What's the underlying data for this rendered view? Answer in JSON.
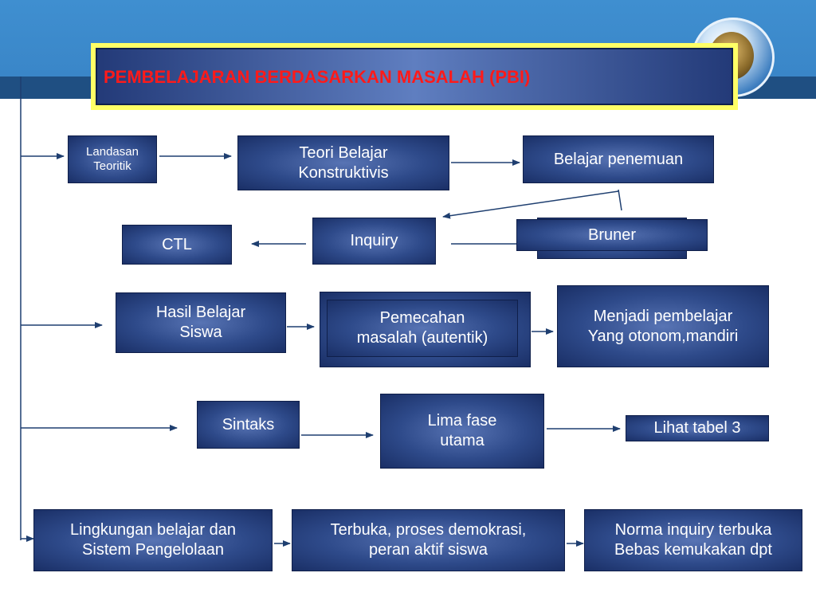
{
  "title": "PEMBELAJARAN BERDASARKAN MASALAH (PBI)",
  "boxes": {
    "landasan": [
      "Landasan",
      "Teoritik"
    ],
    "teori": [
      "Teori Belajar",
      "Konstruktivis"
    ],
    "penemuan": [
      "Belajar penemuan"
    ],
    "ctl": [
      "CTL"
    ],
    "inquiry": [
      "Inquiry"
    ],
    "bruner": [
      "Bruner"
    ],
    "hasil": [
      "Hasil Belajar",
      "Siswa"
    ],
    "pemecahan": [
      "Pemecahan",
      "masalah (autentik)"
    ],
    "mandiri": [
      "Menjadi pembelajar",
      "Yang otonom,mandiri"
    ],
    "sintaks": [
      "Sintaks"
    ],
    "lima": [
      "Lima fase",
      "utama"
    ],
    "tabel": [
      "Lihat tabel 3"
    ],
    "lingkungan": [
      "Lingkungan belajar dan",
      "Sistem Pengelolaan"
    ],
    "terbuka": [
      "Terbuka, proses demokrasi,",
      "peran aktif siswa"
    ],
    "norma": [
      "Norma inquiry terbuka",
      "Bebas kemukakan dpt"
    ]
  },
  "colors": {
    "title_text": "#ff1a1a",
    "title_frame": "#ffff66",
    "box_fill": "#2e4a8a",
    "connector": "#1f3f70",
    "header_band": "#3a86c8",
    "nav_band": "#1f4f82"
  }
}
